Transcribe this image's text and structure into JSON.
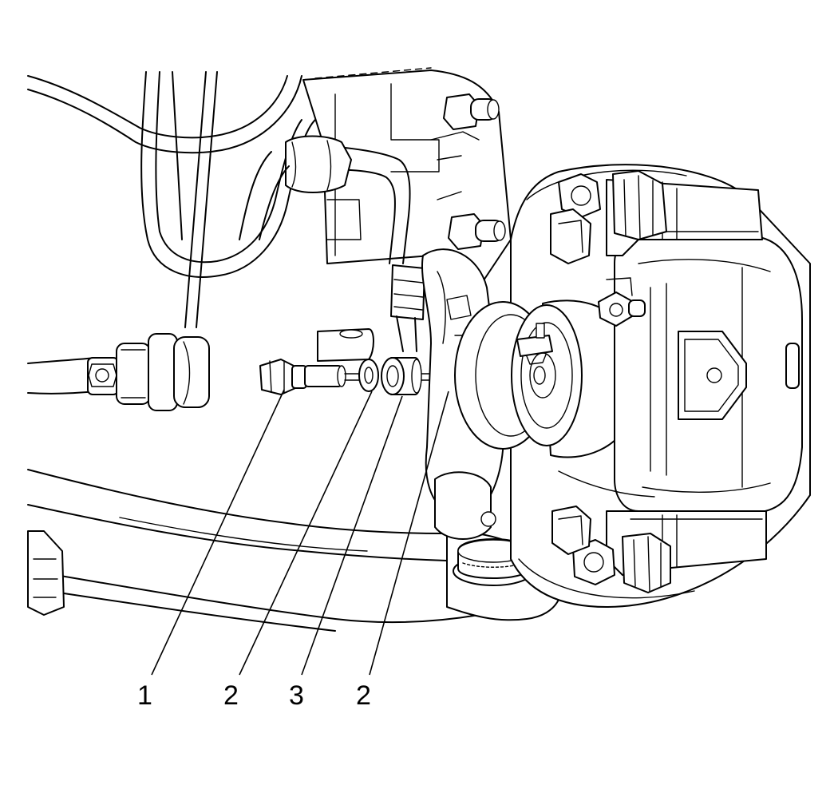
{
  "figure": {
    "callouts": [
      {
        "id": "c1",
        "label": "1"
      },
      {
        "id": "c2a",
        "label": "2"
      },
      {
        "id": "c3",
        "label": "3"
      },
      {
        "id": "c2b",
        "label": "2"
      }
    ]
  }
}
